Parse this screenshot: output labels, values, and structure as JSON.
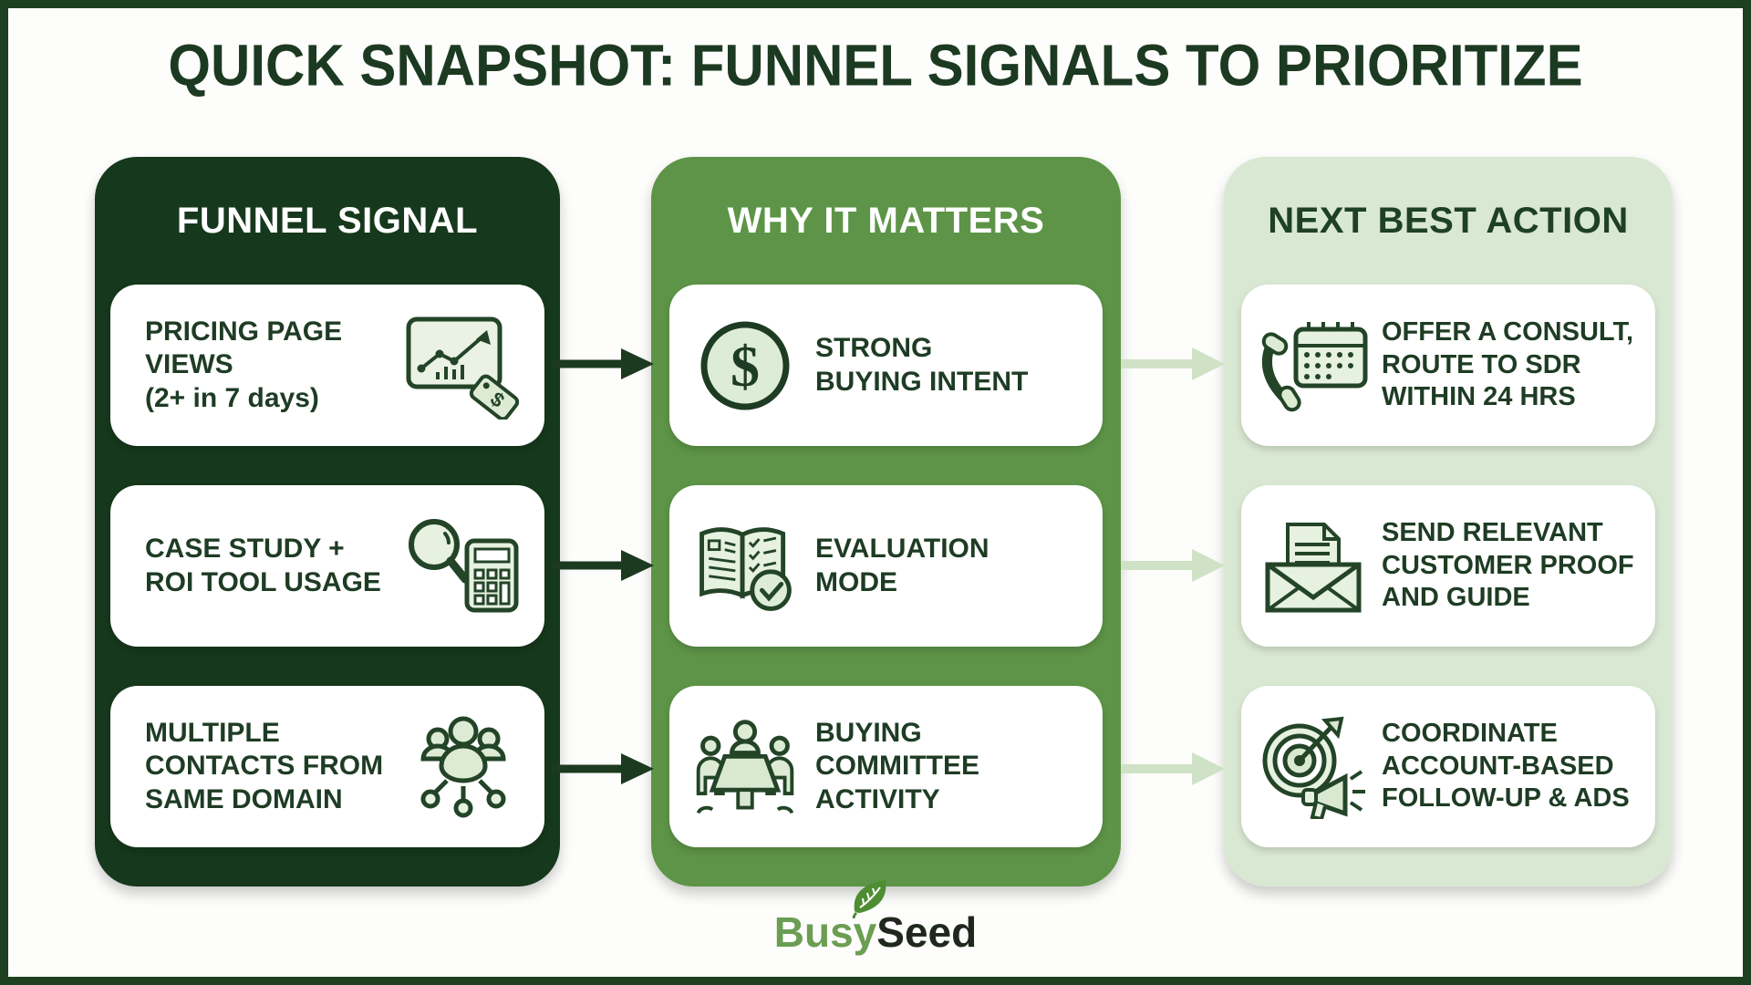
{
  "title": "QUICK SNAPSHOT: FUNNEL SIGNALS TO PRIORITIZE",
  "columns": [
    {
      "header": "FUNNEL SIGNAL",
      "cards": [
        {
          "text": "PRICING PAGE\nVIEWS\n(2+ in 7 days)",
          "icon": "pricing-chart-tag-icon"
        },
        {
          "text": "CASE STUDY +\nROI TOOL USAGE",
          "icon": "magnifier-calculator-icon"
        },
        {
          "text": "MULTIPLE\nCONTACTS FROM\nSAME DOMAIN",
          "icon": "contacts-network-icon"
        }
      ]
    },
    {
      "header": "WHY IT MATTERS",
      "cards": [
        {
          "text": "STRONG\nBUYING INTENT",
          "icon": "dollar-circle-icon"
        },
        {
          "text": "EVALUATION\nMODE",
          "icon": "book-checklist-icon"
        },
        {
          "text": "BUYING\nCOMMITTEE\nACTIVITY",
          "icon": "meeting-table-icon"
        }
      ]
    },
    {
      "header": "NEXT BEST ACTION",
      "cards": [
        {
          "text": "OFFER A CONSULT,\nROUTE TO SDR\nWITHIN 24 HRS",
          "icon": "phone-calendar-icon"
        },
        {
          "text": "SEND RELEVANT\nCUSTOMER PROOF\nAND GUIDE",
          "icon": "envelope-document-icon"
        },
        {
          "text": "COORDINATE\nACCOUNT-BASED\nFOLLOW-UP & ADS",
          "icon": "target-megaphone-icon"
        }
      ]
    }
  ],
  "logo": {
    "part1": "Busy",
    "part2": "Seed",
    "icon": "leaf-icon"
  },
  "colors": {
    "funnel_column": "#16381c",
    "why_column": "#5d9447",
    "action_column": "#d9e8d2",
    "title_text": "#1c3a21",
    "card_text": "#1e3c24",
    "arrow_dark": "#1b3a1f",
    "arrow_light": "#cfe2c6",
    "logo_busy": "#6b9e52",
    "logo_seed": "#20281e",
    "leaf": "#4f8d33",
    "border": "#1c4020"
  }
}
